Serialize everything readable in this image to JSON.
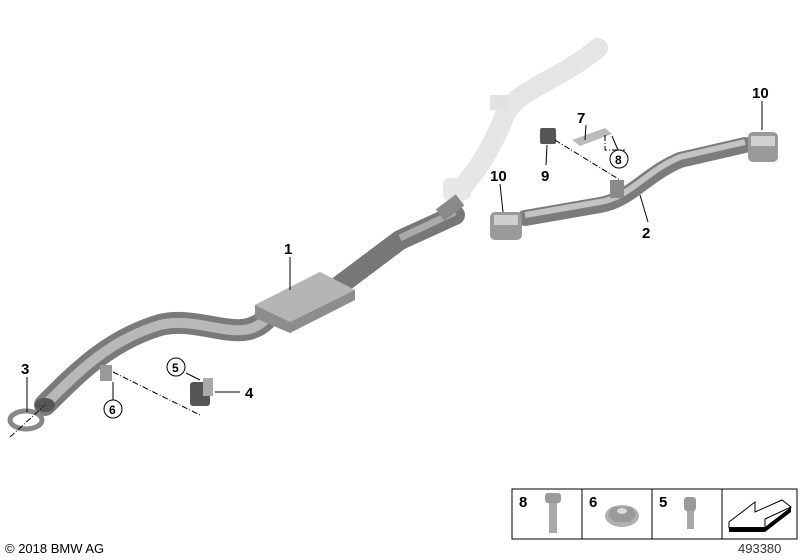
{
  "callouts": {
    "muffler": "1",
    "rear_pipe": "2",
    "front_clamp": "3",
    "front_hanger": "4",
    "hanger_bolt": "5",
    "hanger_nut": "6",
    "rear_hanger": "7",
    "rear_bolt": "8",
    "rear_bracket": "9",
    "clamp_middle": "10",
    "clamp_rear": "10"
  },
  "legend": {
    "items": [
      {
        "number": "8",
        "icon": "flange-bolt-icon"
      },
      {
        "number": "6",
        "icon": "flange-nut-icon"
      },
      {
        "number": "5",
        "icon": "torx-bolt-icon"
      }
    ],
    "direction_icon": "front-direction-arrow-icon"
  },
  "diagram_number": "493380",
  "copyright": "© 2018 BMW AG"
}
